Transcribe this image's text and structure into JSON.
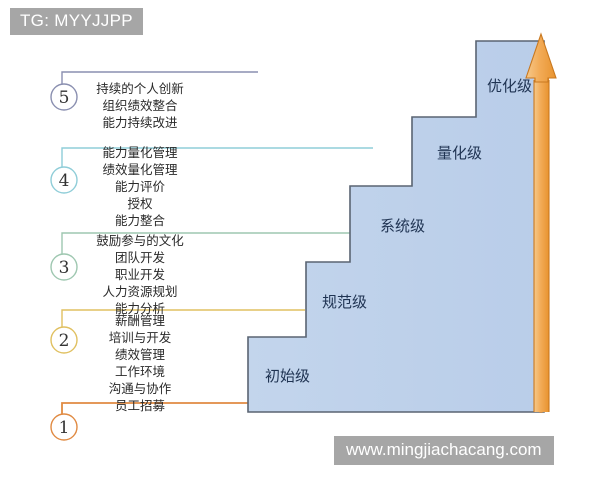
{
  "tag": {
    "label": "TG: MYYJJPP"
  },
  "watermark": {
    "label": "www.mingjiachacang.com"
  },
  "diagram": {
    "title_present": false,
    "arrow": {
      "name": "upward-growth-arrow",
      "color": "#f0a34a"
    },
    "staircase": {
      "fill": "#bed2ea",
      "stroke": "#5a6472"
    },
    "steps": [
      {
        "id": 1,
        "label": "初始级",
        "color": "#1f3352"
      },
      {
        "id": 2,
        "label": "规范级",
        "color": "#1f3352"
      },
      {
        "id": 3,
        "label": "系统级",
        "color": "#1f3352"
      },
      {
        "id": 4,
        "label": "量化级",
        "color": "#1f3352"
      },
      {
        "id": 5,
        "label": "优化级",
        "color": "#1f3352"
      }
    ],
    "levels": [
      {
        "number": "1",
        "color": "#e08a42",
        "practices": []
      },
      {
        "number": "2",
        "color": "#e0c060",
        "practices": [
          "薪酬管理",
          "培训与开发",
          "绩效管理",
          "工作环境",
          "沟通与协作",
          "员工招募"
        ]
      },
      {
        "number": "3",
        "color": "#9ec7b0",
        "practices": [
          "鼓励参与的文化",
          "团队开发",
          "职业开发",
          "人力资源规划",
          "能力分析"
        ]
      },
      {
        "number": "4",
        "color": "#8fcdd8",
        "practices": [
          "能力量化管理",
          "绩效量化管理",
          "能力评价",
          "授权",
          "能力整合"
        ]
      },
      {
        "number": "5",
        "color": "#8a8fb0",
        "practices": [
          "持续的个人创新",
          "组织绩效整合",
          "能力持续改进"
        ]
      }
    ]
  }
}
